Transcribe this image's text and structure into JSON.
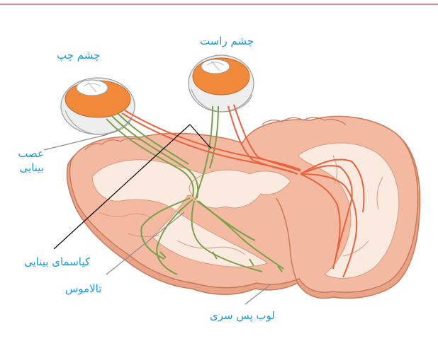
{
  "diagram": {
    "labels": {
      "right_eye": "چشم راست",
      "left_eye": "چشم چپ",
      "optic_nerve": "عصب بینایی",
      "optic_chiasm": "کیاسمای بینایی",
      "thalamus": "تالاموس",
      "occipital_lobe": "لوب پس سری"
    },
    "colors": {
      "label_text": "#1a9ad6",
      "top_rule": "#d9607a",
      "brain_pink": "#f3b9a1",
      "brain_white": "#fbeae0",
      "brain_edge": "#c77a5e",
      "eye_orange": "#f08a3a",
      "eye_shell": "#eeeeee",
      "nerve_green": "#7aa04a",
      "nerve_orange": "#e8623c",
      "pointer_line": "#000000",
      "pointer_gray": "#8a8a8a"
    }
  }
}
